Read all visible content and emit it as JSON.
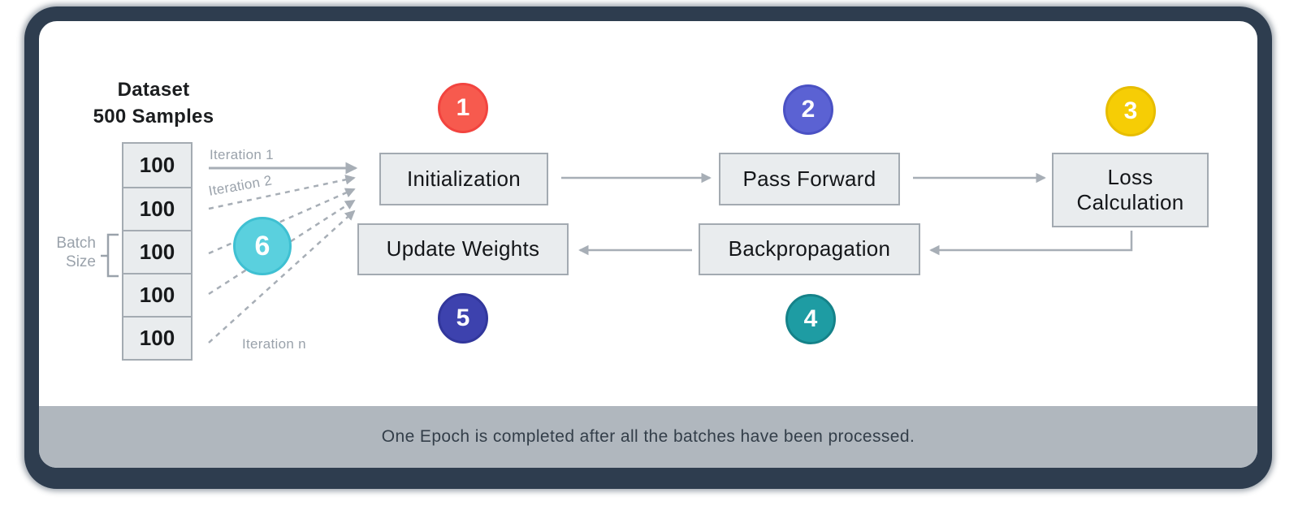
{
  "frame": {
    "border_color": "#2e3d4f",
    "panel_background": "#ffffff"
  },
  "dataset": {
    "title_line1": "Dataset",
    "title_line2": "500 Samples",
    "rows": [
      "100",
      "100",
      "100",
      "100",
      "100"
    ],
    "batch_label_line1": "Batch",
    "batch_label_line2": "Size"
  },
  "iterations": {
    "label_1": "Iteration 1",
    "label_2": "Iteration 2",
    "label_n": "Iteration n"
  },
  "steps": [
    {
      "number": "1",
      "label": "Initialization",
      "color": "#f75a4e"
    },
    {
      "number": "2",
      "label": "Pass Forward",
      "color": "#5b62d3"
    },
    {
      "number": "3",
      "label": "Loss Calculation",
      "color": "#f6cd05"
    },
    {
      "number": "4",
      "label": "Backpropagation",
      "color": "#1e9ca3"
    },
    {
      "number": "5",
      "label": "Update Weights",
      "color": "#3d42ae"
    },
    {
      "number": "6",
      "color": "#5ad0de"
    }
  ],
  "colors": {
    "arrow": "#a7aeb6",
    "muted_label": "#9aa2ab",
    "box_fill": "#e9ecee",
    "box_border": "#a3aab1",
    "footer_background": "#b0b7be"
  },
  "footer": {
    "text": "One Epoch is completed after all the batches have been processed."
  }
}
